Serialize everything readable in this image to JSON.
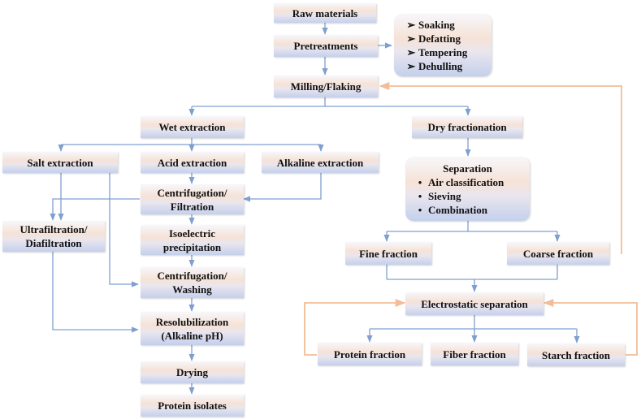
{
  "nodes": {
    "raw_materials": "Raw materials",
    "pretreatments": "Pretreatments",
    "pretreatment_steps": [
      "Soaking",
      "Defatting",
      "Tempering",
      "Dehulling"
    ],
    "milling_flaking": "Milling/Flaking",
    "wet_extraction": "Wet extraction",
    "dry_fractionation": "Dry  fractionation",
    "salt_extraction": "Salt extraction",
    "acid_extraction": "Acid extraction",
    "alkaline_extraction": "Alkaline  extraction",
    "centrifugation_filtration": [
      "Centrifugation/",
      "Filtration"
    ],
    "ultrafiltration": [
      "Ultrafiltration/",
      "Diafiltration"
    ],
    "isoelectric": [
      "Isoelectric",
      "precipitation"
    ],
    "centrifugation_washing": [
      "Centrifugation/",
      "Washing"
    ],
    "resolubilization": [
      "Resolubilization",
      "(Alkaline pH)"
    ],
    "drying": "Drying",
    "protein_isolates": "Protein isolates",
    "separation_title": "Separation",
    "separation_methods": [
      "Air classification",
      "Sieving",
      "Combination"
    ],
    "fine_fraction": "Fine fraction",
    "coarse_fraction": "Coarse fraction",
    "electrostatic_separation": "Electrostatic separation",
    "protein_fraction": "Protein fraction",
    "fiber_fraction": "Fiber fraction",
    "starch_fraction": "Starch fraction"
  },
  "glyphs": {
    "arrow_bullet": "➢",
    "dot_bullet": "•"
  },
  "colors": {
    "flow_arrow": "#7f9fd0",
    "feedback_arrow": "#f2bd97",
    "text": "#111111"
  }
}
